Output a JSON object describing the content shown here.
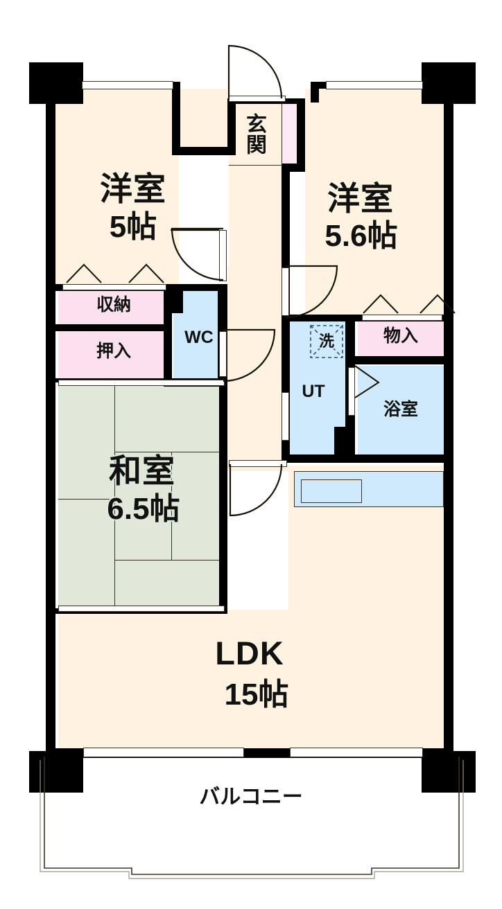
{
  "plan": {
    "type": "japanese-apartment-floorplan",
    "layout_code": "3LDK",
    "rooms": [
      {
        "id": "western-room-left",
        "label": "洋室",
        "size": "5帖",
        "floor": "flooring",
        "color": "#fdf3e0"
      },
      {
        "id": "western-room-right",
        "label": "洋室",
        "size": "5.6帖",
        "floor": "flooring",
        "color": "#fdf3e0"
      },
      {
        "id": "japanese-room",
        "label": "和室",
        "size": "6.5帖",
        "floor": "tatami",
        "color": "#e0e8da"
      },
      {
        "id": "ldk",
        "label": "LDK",
        "size": "15帖",
        "floor": "flooring",
        "color": "#fdf3e0"
      },
      {
        "id": "entrance",
        "label": "玄関",
        "size": "",
        "floor": "tile",
        "color": "#fdf3e0"
      },
      {
        "id": "toilet",
        "label": "WC",
        "size": "",
        "floor": "wet",
        "color": "#cfeafc"
      },
      {
        "id": "utility",
        "label": "UT",
        "size": "",
        "floor": "wet",
        "color": "#cfeafc"
      },
      {
        "id": "washer",
        "label": "洗",
        "size": "",
        "floor": "wet",
        "color": "#cfeafc"
      },
      {
        "id": "bathroom",
        "label": "浴室",
        "size": "",
        "floor": "wet",
        "color": "#cfeafc"
      },
      {
        "id": "closet-shuno",
        "label": "収納",
        "size": "",
        "floor": "storage",
        "color": "#fbe0ee"
      },
      {
        "id": "closet-oshiire",
        "label": "押入",
        "size": "",
        "floor": "storage",
        "color": "#fbe0ee"
      },
      {
        "id": "closet-mono",
        "label": "物入",
        "size": "",
        "floor": "storage",
        "color": "#fbe0ee"
      },
      {
        "id": "balcony",
        "label": "バルコニー",
        "size": "",
        "floor": "outdoor",
        "color": "#ffffff"
      }
    ],
    "labels": {
      "western_left_name": "洋室",
      "western_left_size": "5帖",
      "western_right_name": "洋室",
      "western_right_size": "5.6帖",
      "japanese_name": "和室",
      "japanese_size": "6.5帖",
      "ldk_name": "LDK",
      "ldk_size": "15帖",
      "entrance": "玄関",
      "wc": "WC",
      "ut": "UT",
      "washer": "洗",
      "bath": "浴室",
      "storage_shuno": "収納",
      "storage_oshiire": "押入",
      "storage_mono": "物入",
      "balcony": "バルコニー"
    },
    "colors": {
      "wall": "#000000",
      "flooring": "#fdf3e0",
      "tatami": "#e0e8da",
      "wet_area": "#cfeafc",
      "storage": "#fbe0ee",
      "shoe_cabinet": "#fce9f3",
      "outline": "#3a3226",
      "background": "#ffffff"
    },
    "fixtures": [
      {
        "name": "kitchen-counter",
        "label": "",
        "color": "#cfeafc"
      },
      {
        "name": "kitchen-sink",
        "label": "",
        "color": "#cfeafc"
      },
      {
        "name": "shoe-cabinet",
        "label": "",
        "color": "#fce9f3"
      },
      {
        "name": "bathtub",
        "label": "",
        "color": "#cfeafc"
      }
    ]
  }
}
